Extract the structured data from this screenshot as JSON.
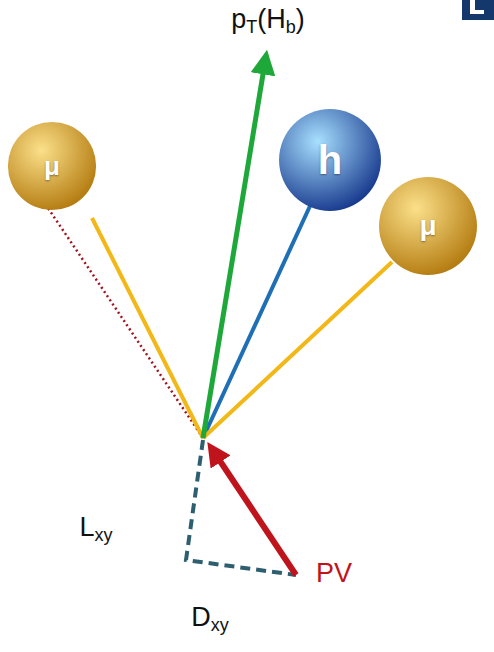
{
  "diagram": {
    "nodes": [
      {
        "text": [
          "μ"
        ]
      },
      {
        "text": [
          "h"
        ]
      },
      {
        "text": [
          "μ"
        ]
      }
    ],
    "labels": [
      "pT(Hb)",
      "Lxy",
      "Dxy",
      "PV"
    ]
  }
}
